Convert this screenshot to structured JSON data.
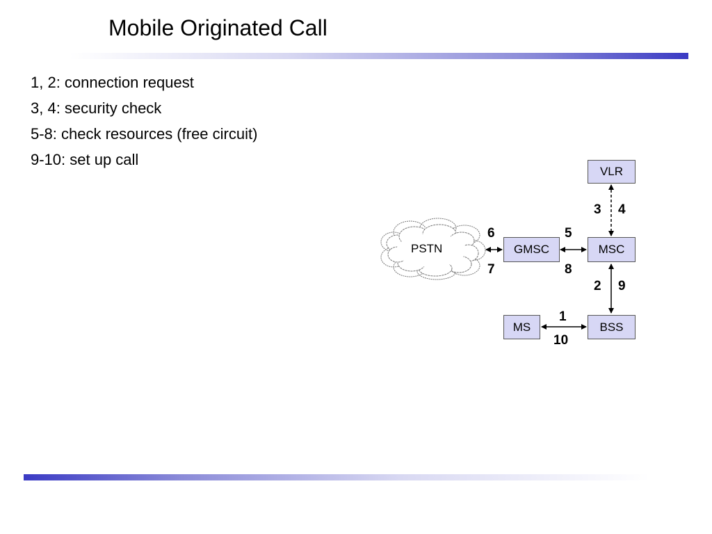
{
  "slide": {
    "title": "Mobile Originated Call",
    "bullets": [
      "1, 2: connection request",
      "3, 4: security check",
      "5-8: check resources (free circuit)",
      "9-10: set up call"
    ]
  },
  "diagram": {
    "nodes": {
      "pstn": "PSTN",
      "gmsc": "GMSC",
      "msc": "MSC",
      "vlr": "VLR",
      "ms": "MS",
      "bss": "BSS"
    },
    "edge_labels": {
      "pstn_gmsc_top": "6",
      "pstn_gmsc_bottom": "7",
      "gmsc_msc_top": "5",
      "gmsc_msc_bottom": "8",
      "msc_vlr_left": "3",
      "msc_vlr_right": "4",
      "msc_bss_left": "2",
      "msc_bss_right": "9",
      "ms_bss_top": "1",
      "ms_bss_bottom": "10"
    },
    "colors": {
      "node_fill": "#d7d7f5",
      "node_border": "#555555",
      "arrow": "#000000"
    }
  }
}
